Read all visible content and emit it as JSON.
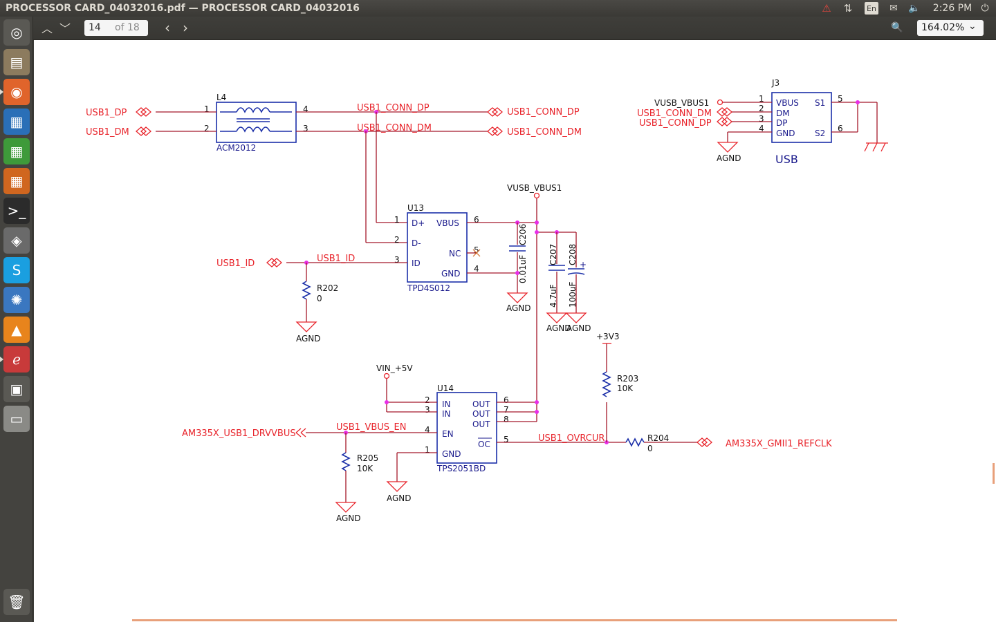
{
  "window": {
    "title": "PROCESSOR CARD_04032016.pdf — PROCESSOR CARD_04032016"
  },
  "tray": {
    "lang": "En",
    "clock": "2:26 PM",
    "power": "⏻",
    "alert": "⚠",
    "network": "⇅",
    "mail": "✉",
    "sound": "🔈"
  },
  "toolbar": {
    "prev_label": "︿",
    "next_label": "﹀",
    "page_current": "14",
    "page_total": "of 18",
    "back_label": "‹",
    "forward_label": "›",
    "search_label": "🔍",
    "zoom": "164.02%",
    "zoom_caret": "⌄"
  },
  "launcher": {
    "items": [
      {
        "name": "ubuntu-dash",
        "glyph": "◎",
        "color": "#5a5954"
      },
      {
        "name": "files",
        "glyph": "▤",
        "color": "#8c7b5e"
      },
      {
        "name": "firefox",
        "glyph": "◉",
        "color": "#e0642b"
      },
      {
        "name": "writer",
        "glyph": "▦",
        "color": "#2a6fb7"
      },
      {
        "name": "calc",
        "glyph": "▦",
        "color": "#3e9a3a"
      },
      {
        "name": "impress",
        "glyph": "▦",
        "color": "#d0661f"
      },
      {
        "name": "terminal",
        "glyph": ">_",
        "color": "#2b2b2b"
      },
      {
        "name": "3d-app",
        "glyph": "◈",
        "color": "#6a6a6a"
      },
      {
        "name": "skype",
        "glyph": "S",
        "color": "#1a9fe0"
      },
      {
        "name": "settings",
        "glyph": "✺",
        "color": "#3a77c0"
      },
      {
        "name": "vlc",
        "glyph": "▲",
        "color": "#e8841c"
      },
      {
        "name": "document-viewer",
        "glyph": "ℯ",
        "color": "#c83a3a"
      },
      {
        "name": "workspace",
        "glyph": "▣",
        "color": "#5a5954"
      },
      {
        "name": "drive",
        "glyph": "▭",
        "color": "#8a8a86"
      },
      {
        "name": "trash",
        "glyph": "🗑",
        "color": "#5a5954"
      }
    ]
  },
  "schematic": {
    "left_nets": [
      "USB1_DP",
      "USB1_DM",
      "USB1_ID",
      "AM335X_USB1_DRVVBUS"
    ],
    "right_nets": [
      "USB1_CONN_DP",
      "USB1_CONN_DM",
      "AM335X_GMII1_REFCLK"
    ],
    "wire_nets": [
      "USB1_CONN_DP",
      "USB1_CONN_DM",
      "USB1_ID",
      "USB1_VBUS_EN",
      "USB1_OVRCUR"
    ],
    "L4": {
      "ref": "L4",
      "part": "ACM2012",
      "pins": [
        "1",
        "2",
        "4",
        "3"
      ]
    },
    "U13": {
      "ref": "U13",
      "part": "TPD4S012",
      "pins_left": [
        "D+",
        "D-",
        "ID"
      ],
      "pins_right": [
        "VBUS",
        "NC",
        "GND"
      ],
      "pin_nums": [
        "1",
        "2",
        "3",
        "6",
        "5",
        "4"
      ]
    },
    "U14": {
      "ref": "U14",
      "part": "TPS2051BD",
      "pins_left": [
        "IN",
        "IN",
        "EN",
        "GND"
      ],
      "pins_right": [
        "OUT",
        "OUT",
        "OUT",
        "OC"
      ],
      "pin_nums": [
        "2",
        "3",
        "4",
        "1",
        "6",
        "7",
        "8",
        "5"
      ]
    },
    "J3": {
      "ref": "J3",
      "part": "USB",
      "pins_left": [
        "VBUS",
        "DM",
        "DP",
        "GND"
      ],
      "pins_right": [
        "S1",
        "S2"
      ],
      "pin_nums": [
        "1",
        "2",
        "3",
        "4",
        "5",
        "6"
      ],
      "nets": [
        "VUSB_VBUS1",
        "USB1_CONN_DM",
        "USB1_CONN_DP"
      ]
    },
    "caps": [
      {
        "ref": "C206",
        "value": "0.01uF"
      },
      {
        "ref": "C207",
        "value": "4.7uF"
      },
      {
        "ref": "C208",
        "value": "100uF"
      }
    ],
    "resistors": [
      {
        "ref": "R202",
        "value": "0"
      },
      {
        "ref": "R203",
        "value": "10K"
      },
      {
        "ref": "R204",
        "value": "0"
      },
      {
        "ref": "R205",
        "value": "10K"
      }
    ],
    "power": {
      "vusb": "VUSB_VBUS1",
      "vin": "VIN_+5V",
      "v33": "+3V3",
      "agnd": "AGND",
      "cap_plus": "+"
    }
  }
}
